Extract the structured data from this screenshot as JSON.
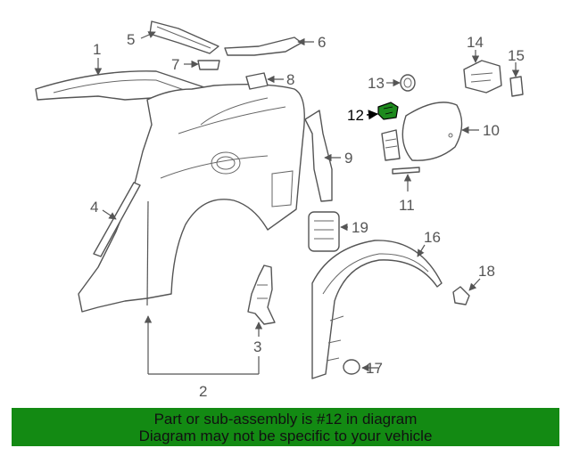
{
  "parts": [
    {
      "id": "1",
      "label": "1"
    },
    {
      "id": "2",
      "label": "2"
    },
    {
      "id": "3",
      "label": "3"
    },
    {
      "id": "4",
      "label": "4"
    },
    {
      "id": "5",
      "label": "5"
    },
    {
      "id": "6",
      "label": "6"
    },
    {
      "id": "7",
      "label": "7"
    },
    {
      "id": "8",
      "label": "8"
    },
    {
      "id": "9",
      "label": "9"
    },
    {
      "id": "10",
      "label": "10"
    },
    {
      "id": "11",
      "label": "11"
    },
    {
      "id": "12",
      "label": "12"
    },
    {
      "id": "13",
      "label": "13"
    },
    {
      "id": "14",
      "label": "14"
    },
    {
      "id": "15",
      "label": "15"
    },
    {
      "id": "16",
      "label": "16"
    },
    {
      "id": "17",
      "label": "17"
    },
    {
      "id": "18",
      "label": "18"
    },
    {
      "id": "19",
      "label": "19"
    }
  ],
  "highlight": {
    "part": "12",
    "color": "#1e8a1e"
  },
  "banner": {
    "line1": "Part or sub-assembly is #12 in diagram",
    "line2": "Diagram may not be specific to your vehicle",
    "background": "#138a13"
  }
}
